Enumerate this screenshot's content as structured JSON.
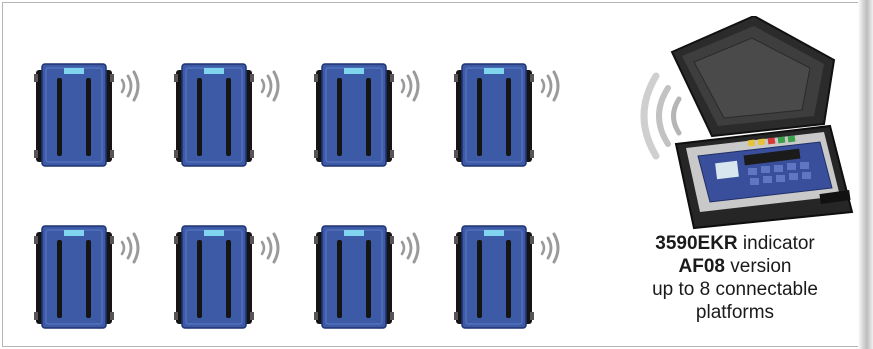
{
  "platforms": {
    "count": 8,
    "icon": "wireless-weighing-platform-icon",
    "colors": {
      "body": "#3d5aa6",
      "frame": "#151515",
      "display": "#7fd4ee"
    }
  },
  "indicator": {
    "icon": "portable-indicator-case-icon",
    "model": "3590EKR",
    "model_suffix": " indicator",
    "version": "AF08",
    "version_suffix": " version",
    "line3": "up to 8 connectable",
    "line4": "platforms"
  }
}
